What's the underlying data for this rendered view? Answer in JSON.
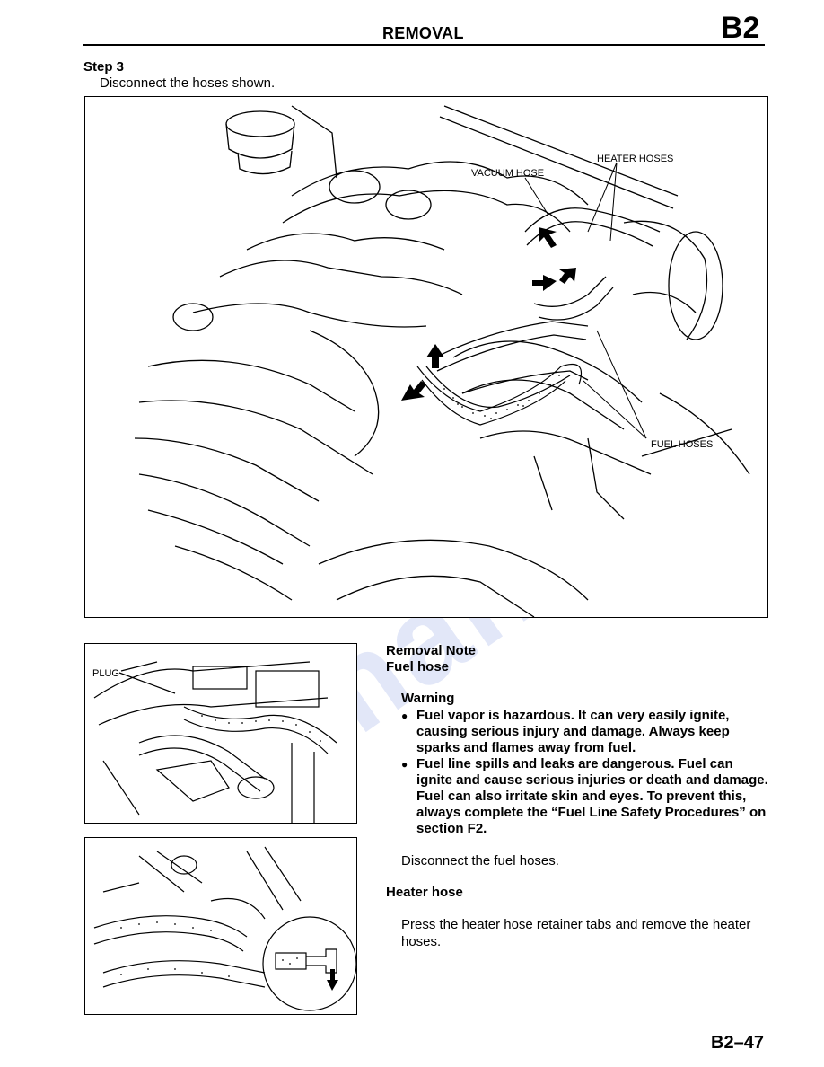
{
  "header": {
    "title": "REMOVAL",
    "section": "B2"
  },
  "step": {
    "label": "Step 3",
    "text": "Disconnect the hoses shown."
  },
  "figure_main": {
    "labels": {
      "heater": "HEATER HOSES",
      "vacuum": "VACUUM HOSE",
      "fuel": "FUEL HOSES"
    }
  },
  "figure_plug": {
    "label": "PLUG"
  },
  "note": {
    "title": "Removal Note",
    "subtitle": "Fuel hose",
    "warning_title": "Warning",
    "warnings": [
      "Fuel vapor is hazardous. It can very easily ignite, causing serious injury and damage. Always keep sparks and flames away from fuel.",
      "Fuel line spills and leaks are dangerous. Fuel can ignite and cause serious injuries or death and damage. Fuel can also irritate skin and eyes. To prevent this, always complete the “Fuel Line Safety Procedures” on section F2."
    ],
    "fuel_instruction": "Disconnect the fuel hoses.",
    "heater_title": "Heater hose",
    "heater_instruction": "Press the heater hose retainer tabs and remove the heater hoses."
  },
  "footer": {
    "page": "B2–47"
  },
  "watermark": "manual",
  "colors": {
    "ink": "#000000",
    "paper": "#ffffff",
    "watermark": "#96aae6"
  }
}
